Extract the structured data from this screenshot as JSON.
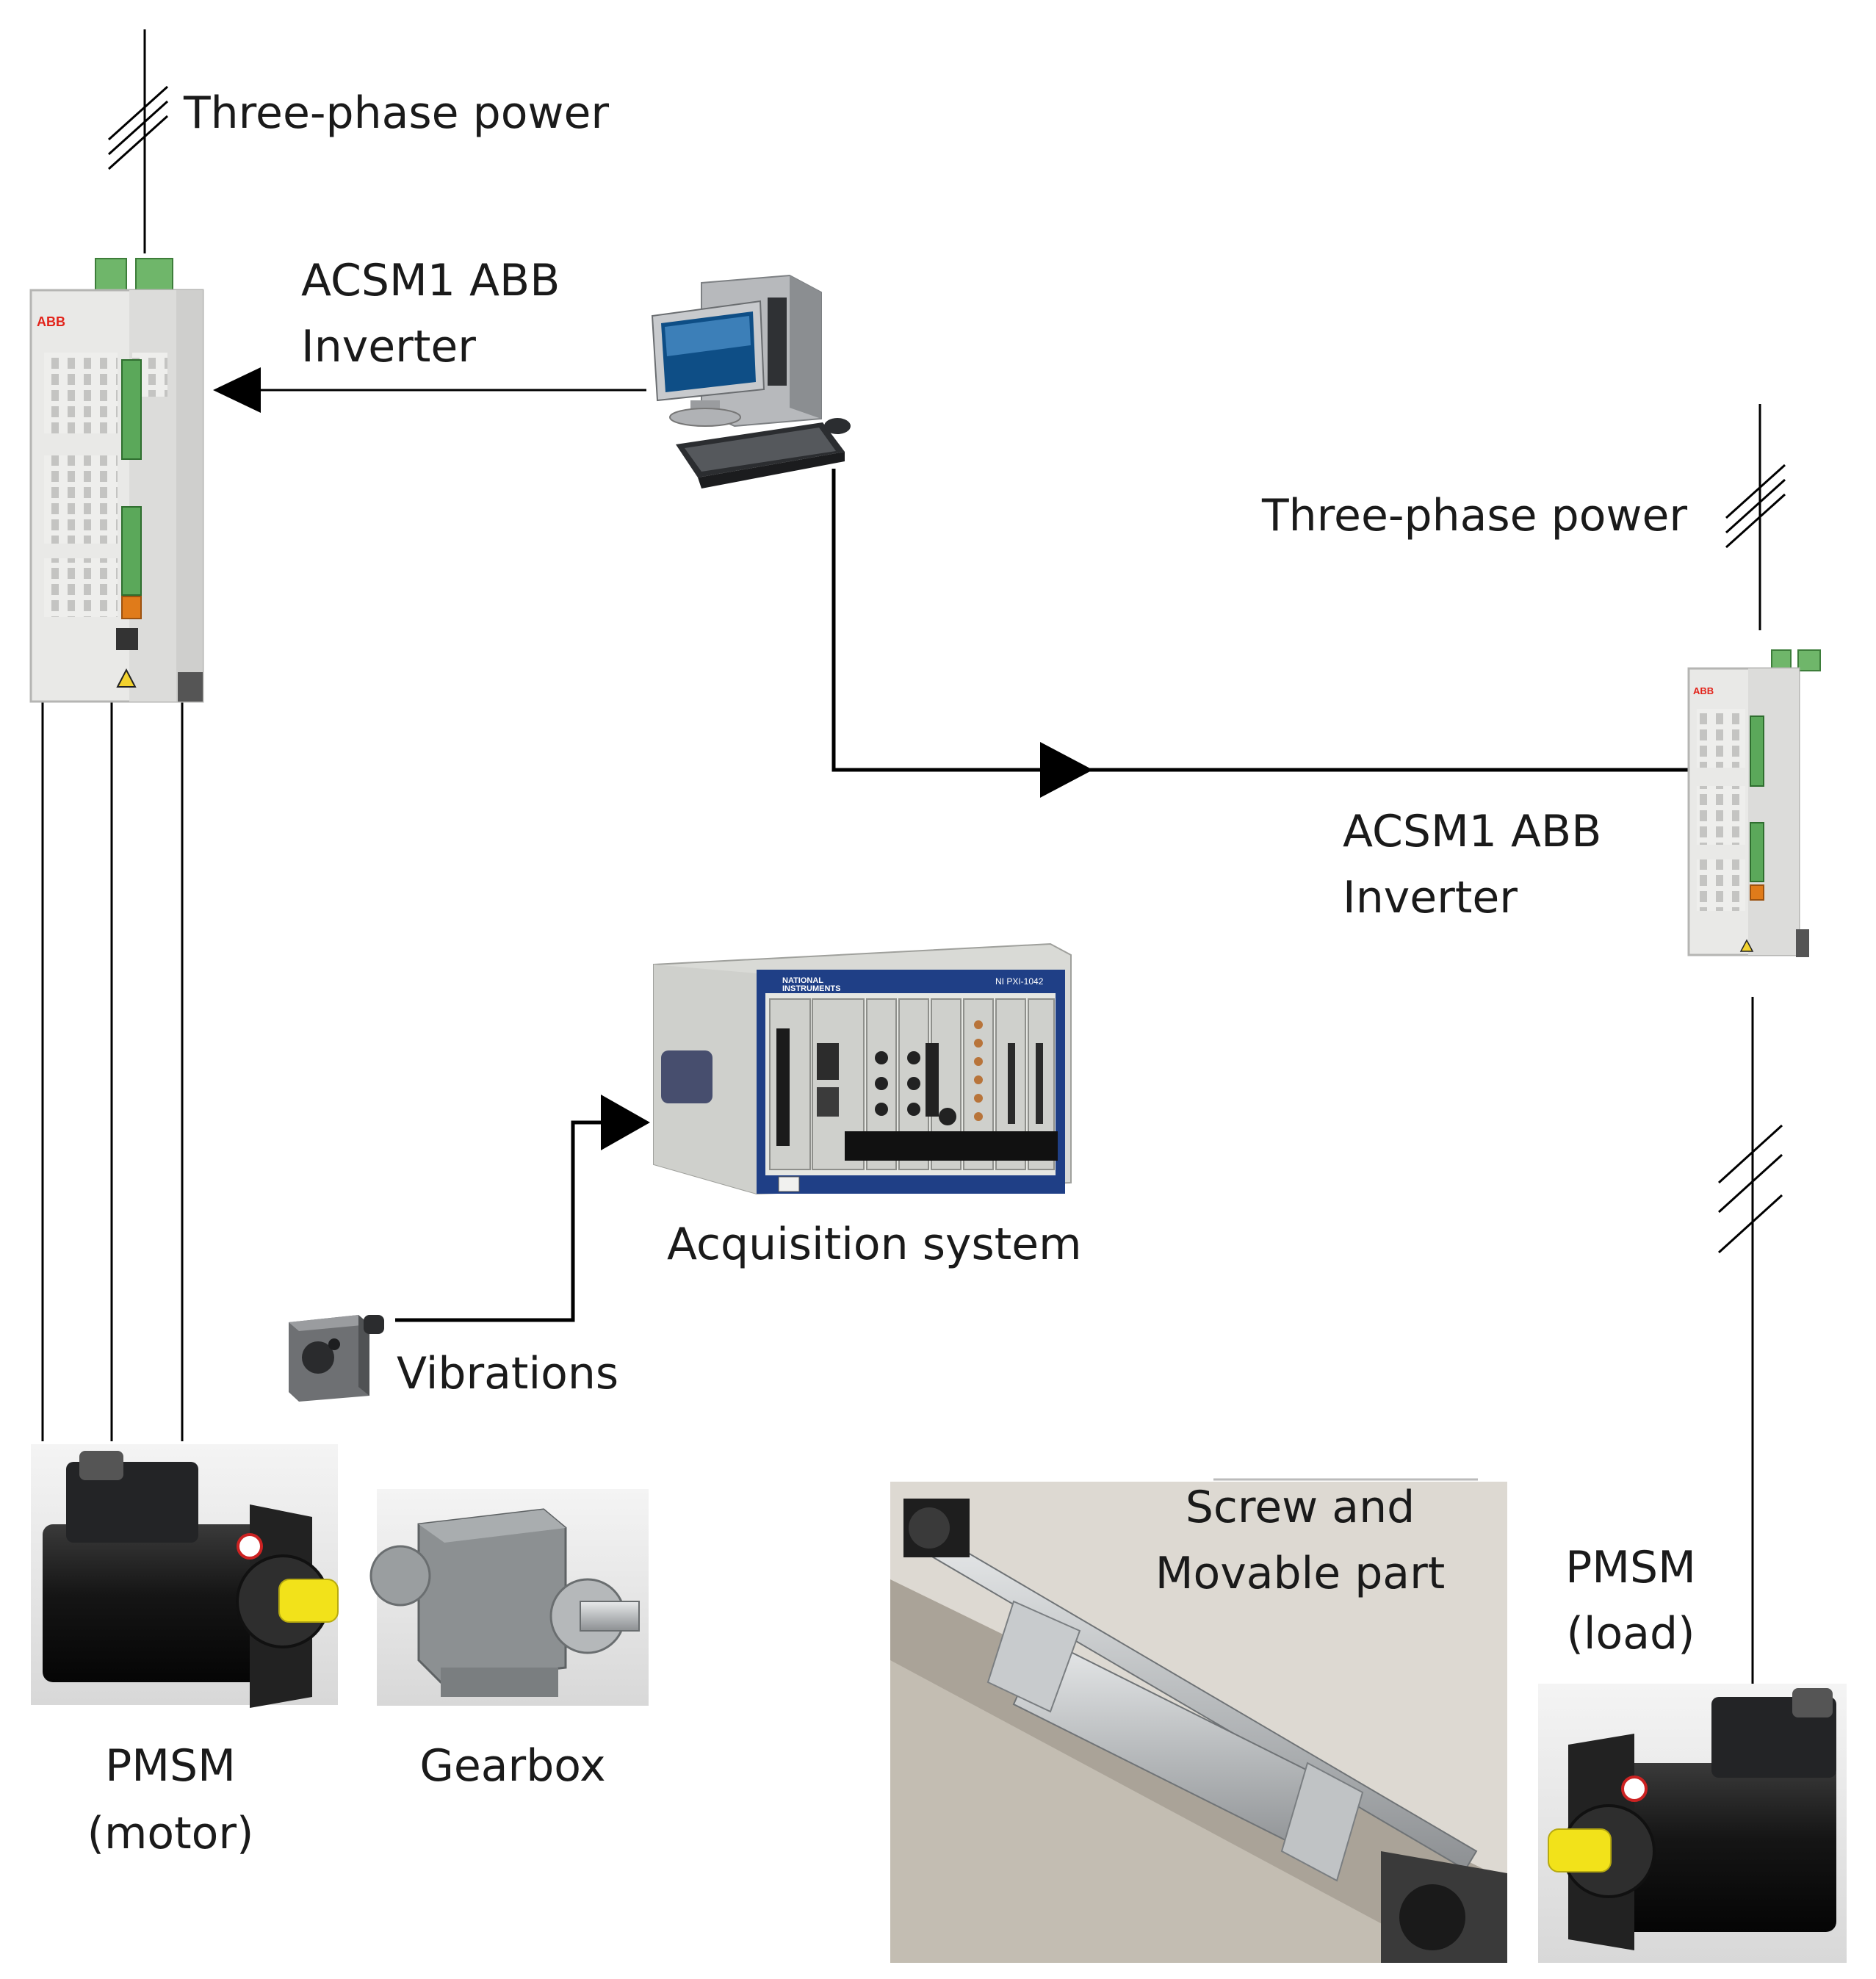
{
  "labels": {
    "power_left": "Three-phase power",
    "power_right": "Three-phase power",
    "inverter_left_line1": "ACSM1 ABB",
    "inverter_left_line2": "Inverter",
    "inverter_right_line1": "ACSM1 ABB",
    "inverter_right_line2": "Inverter",
    "acquisition": "Acquisition system",
    "vibrations": "Vibrations",
    "pmsm_motor_line1": "PMSM",
    "pmsm_motor_line2": "(motor)",
    "gearbox": "Gearbox",
    "screw_line1": "Screw and",
    "screw_line2": "Movable part",
    "pmsm_load_line1": "PMSM",
    "pmsm_load_line2": "(load)"
  },
  "device_text": {
    "ni_brand_line1": "NATIONAL",
    "ni_brand_line2": "INSTRUMENTS",
    "ni_model": "NI PXI-1042",
    "abb_logo": "ABB"
  },
  "colors": {
    "line": "#000000",
    "inverter_body": "#ececea",
    "terminal_green": "#4caf50",
    "terminal_orange": "#e07b1a",
    "motor_black": "#161616",
    "shaft_yellow": "#f2e21a",
    "chassis_blue": "#1f3f86",
    "chassis_gray": "#dcdcd8",
    "gearbox_gray": "#8c9092",
    "screw_silver": "#c9ccce",
    "rail_gray": "#a9a39a"
  },
  "icons": [
    "pc-icon",
    "inverter-icon",
    "motor-icon",
    "gearbox-icon",
    "daq-chassis-icon",
    "accelerometer-icon",
    "screw-actuator-icon"
  ]
}
